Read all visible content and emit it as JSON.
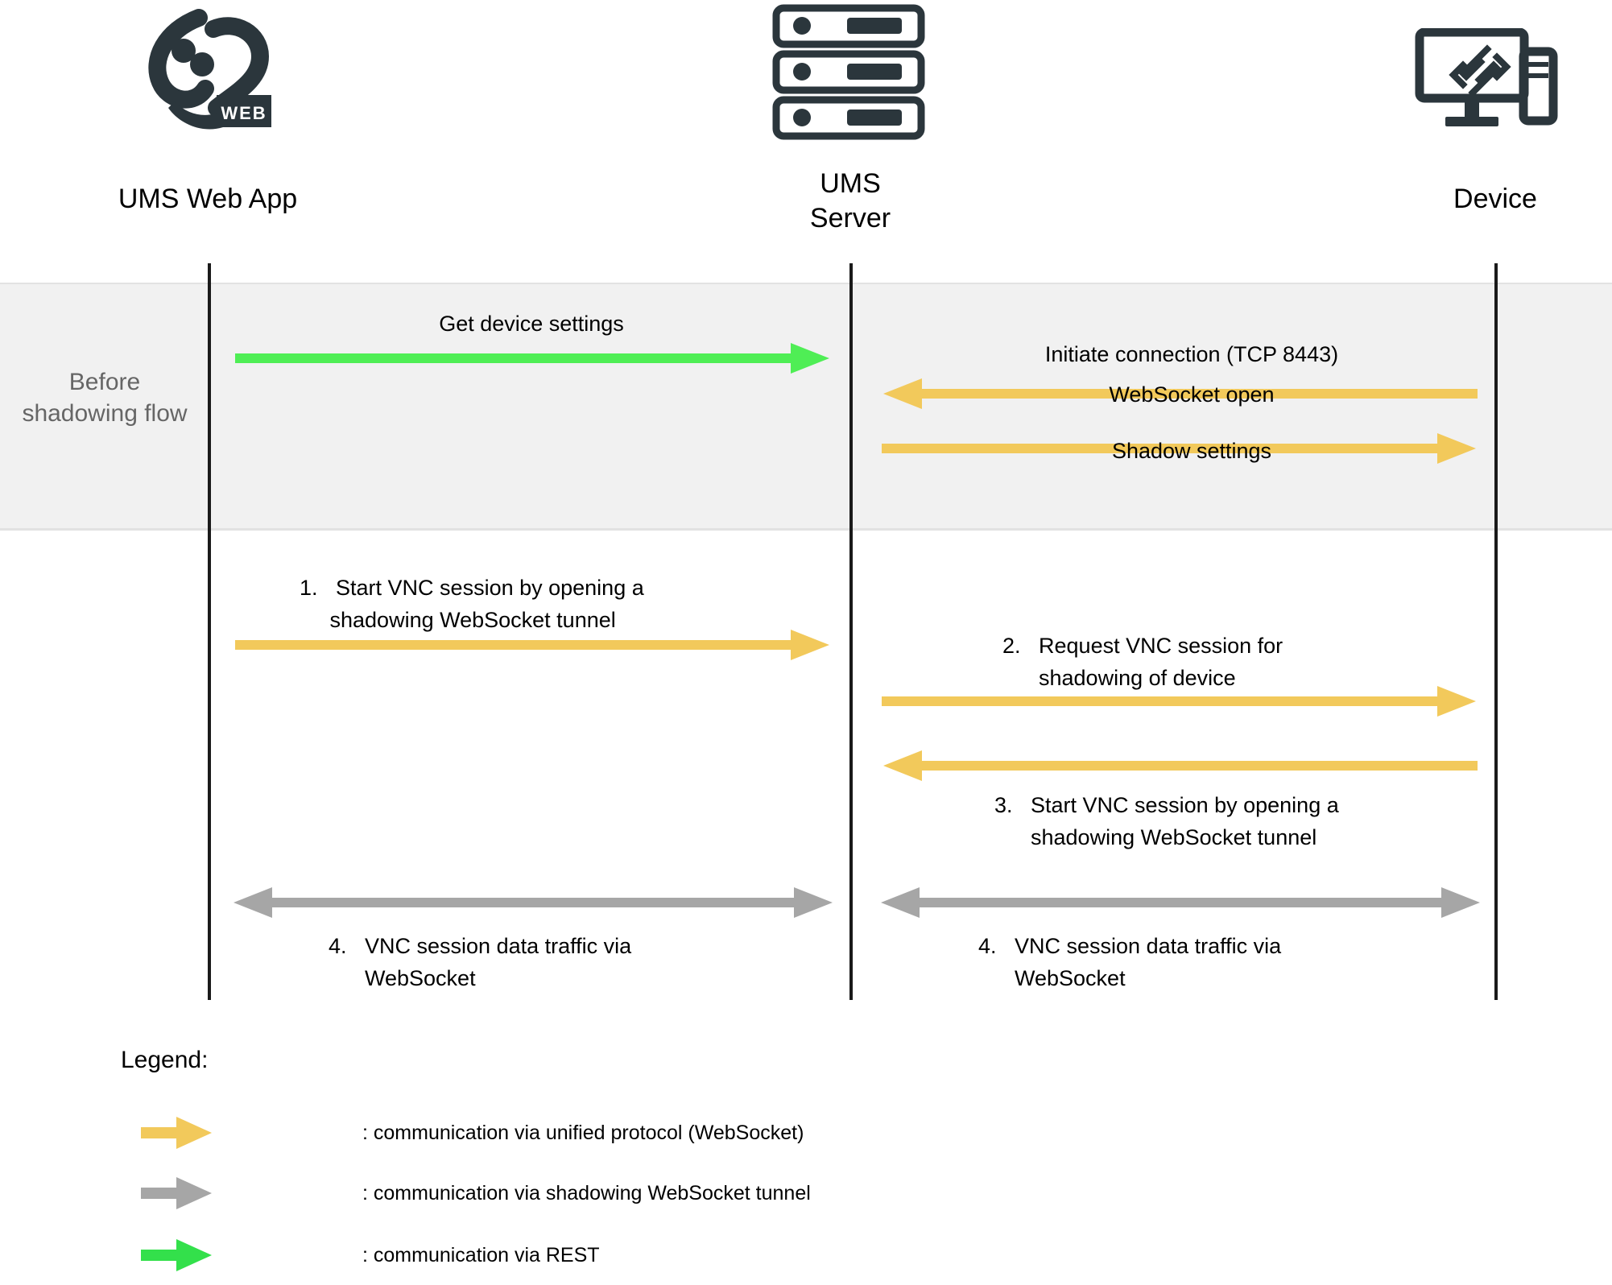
{
  "diagram": {
    "participants": [
      {
        "name": "ums-web-app",
        "label": "UMS Web App",
        "icon": "ums-web-logo-icon"
      },
      {
        "name": "ums-server",
        "label": "UMS\nServer",
        "icon": "server-rack-icon"
      },
      {
        "name": "device",
        "label": "Device",
        "icon": "desktop-device-icon"
      }
    ],
    "phase_band": {
      "label": "Before\nshadowing\nflow",
      "background_color": "#f1f1f1",
      "text_color": "#666666"
    },
    "messages": [
      {
        "name": "get-device-settings",
        "label": "Get device settings",
        "from": "ums-web-app",
        "to": "ums-server",
        "direction": "right",
        "style": "rest",
        "color": "#4FEE55"
      },
      {
        "name": "initiate-connection",
        "label": "Initiate connection (TCP 8443)",
        "from": "device",
        "to": "ums-server",
        "direction": "left",
        "style": "unified",
        "color": "#F2C95B"
      },
      {
        "name": "websocket-open",
        "label": "WebSocket open",
        "from": "ums-server",
        "to": "device",
        "direction": "right",
        "style": "unified",
        "color": "#F2C95B"
      },
      {
        "name": "shadow-settings",
        "label": "Shadow settings",
        "from": "ums-server",
        "to": "device",
        "direction": "right",
        "style": "unified",
        "color": "#F2C95B"
      },
      {
        "name": "start-vnc-session-web",
        "label": "1.   Start VNC session by opening a\n     shadowing WebSocket tunnel",
        "from": "ums-web-app",
        "to": "ums-server",
        "direction": "right",
        "style": "unified",
        "color": "#F2C95B"
      },
      {
        "name": "request-vnc-session",
        "label": "2.   Request VNC session for\n      shadowing of device",
        "from": "ums-server",
        "to": "device",
        "direction": "right",
        "style": "unified",
        "color": "#F2C95B"
      },
      {
        "name": "start-vnc-session-device",
        "label": "3.   Start VNC session by opening a\n      shadowing WebSocket tunnel",
        "from": "device",
        "to": "ums-server",
        "direction": "left",
        "style": "unified",
        "color": "#F2C95B"
      },
      {
        "name": "vnc-data-traffic-left",
        "label": "4.   VNC session data traffic via\n      WebSocket",
        "from": "ums-web-app",
        "to": "ums-server",
        "direction": "both",
        "style": "shadow-tunnel",
        "color": "#A6A6A6"
      },
      {
        "name": "vnc-data-traffic-right",
        "label": "4.   VNC session data traffic via\n      WebSocket",
        "from": "ums-server",
        "to": "device",
        "direction": "both",
        "style": "shadow-tunnel",
        "color": "#A6A6A6"
      }
    ],
    "legend": {
      "title": "Legend:",
      "entries": [
        {
          "name": "legend-unified-protocol",
          "color": "#F2C95B",
          "text": ": communication via unified protocol (WebSocket)"
        },
        {
          "name": "legend-shadow-tunnel",
          "color": "#A6A6A6",
          "text": ": communication via shadowing WebSocket tunnel"
        },
        {
          "name": "legend-rest",
          "color": "#33E04B",
          "text": ": communication via REST"
        }
      ]
    },
    "colors": {
      "lifeline": "#1a1a1a",
      "icon": "#2b363c",
      "band": "#f1f1f1",
      "green": "#4FEE55",
      "yellow": "#F2C95B",
      "grey": "#A6A6A6"
    }
  }
}
